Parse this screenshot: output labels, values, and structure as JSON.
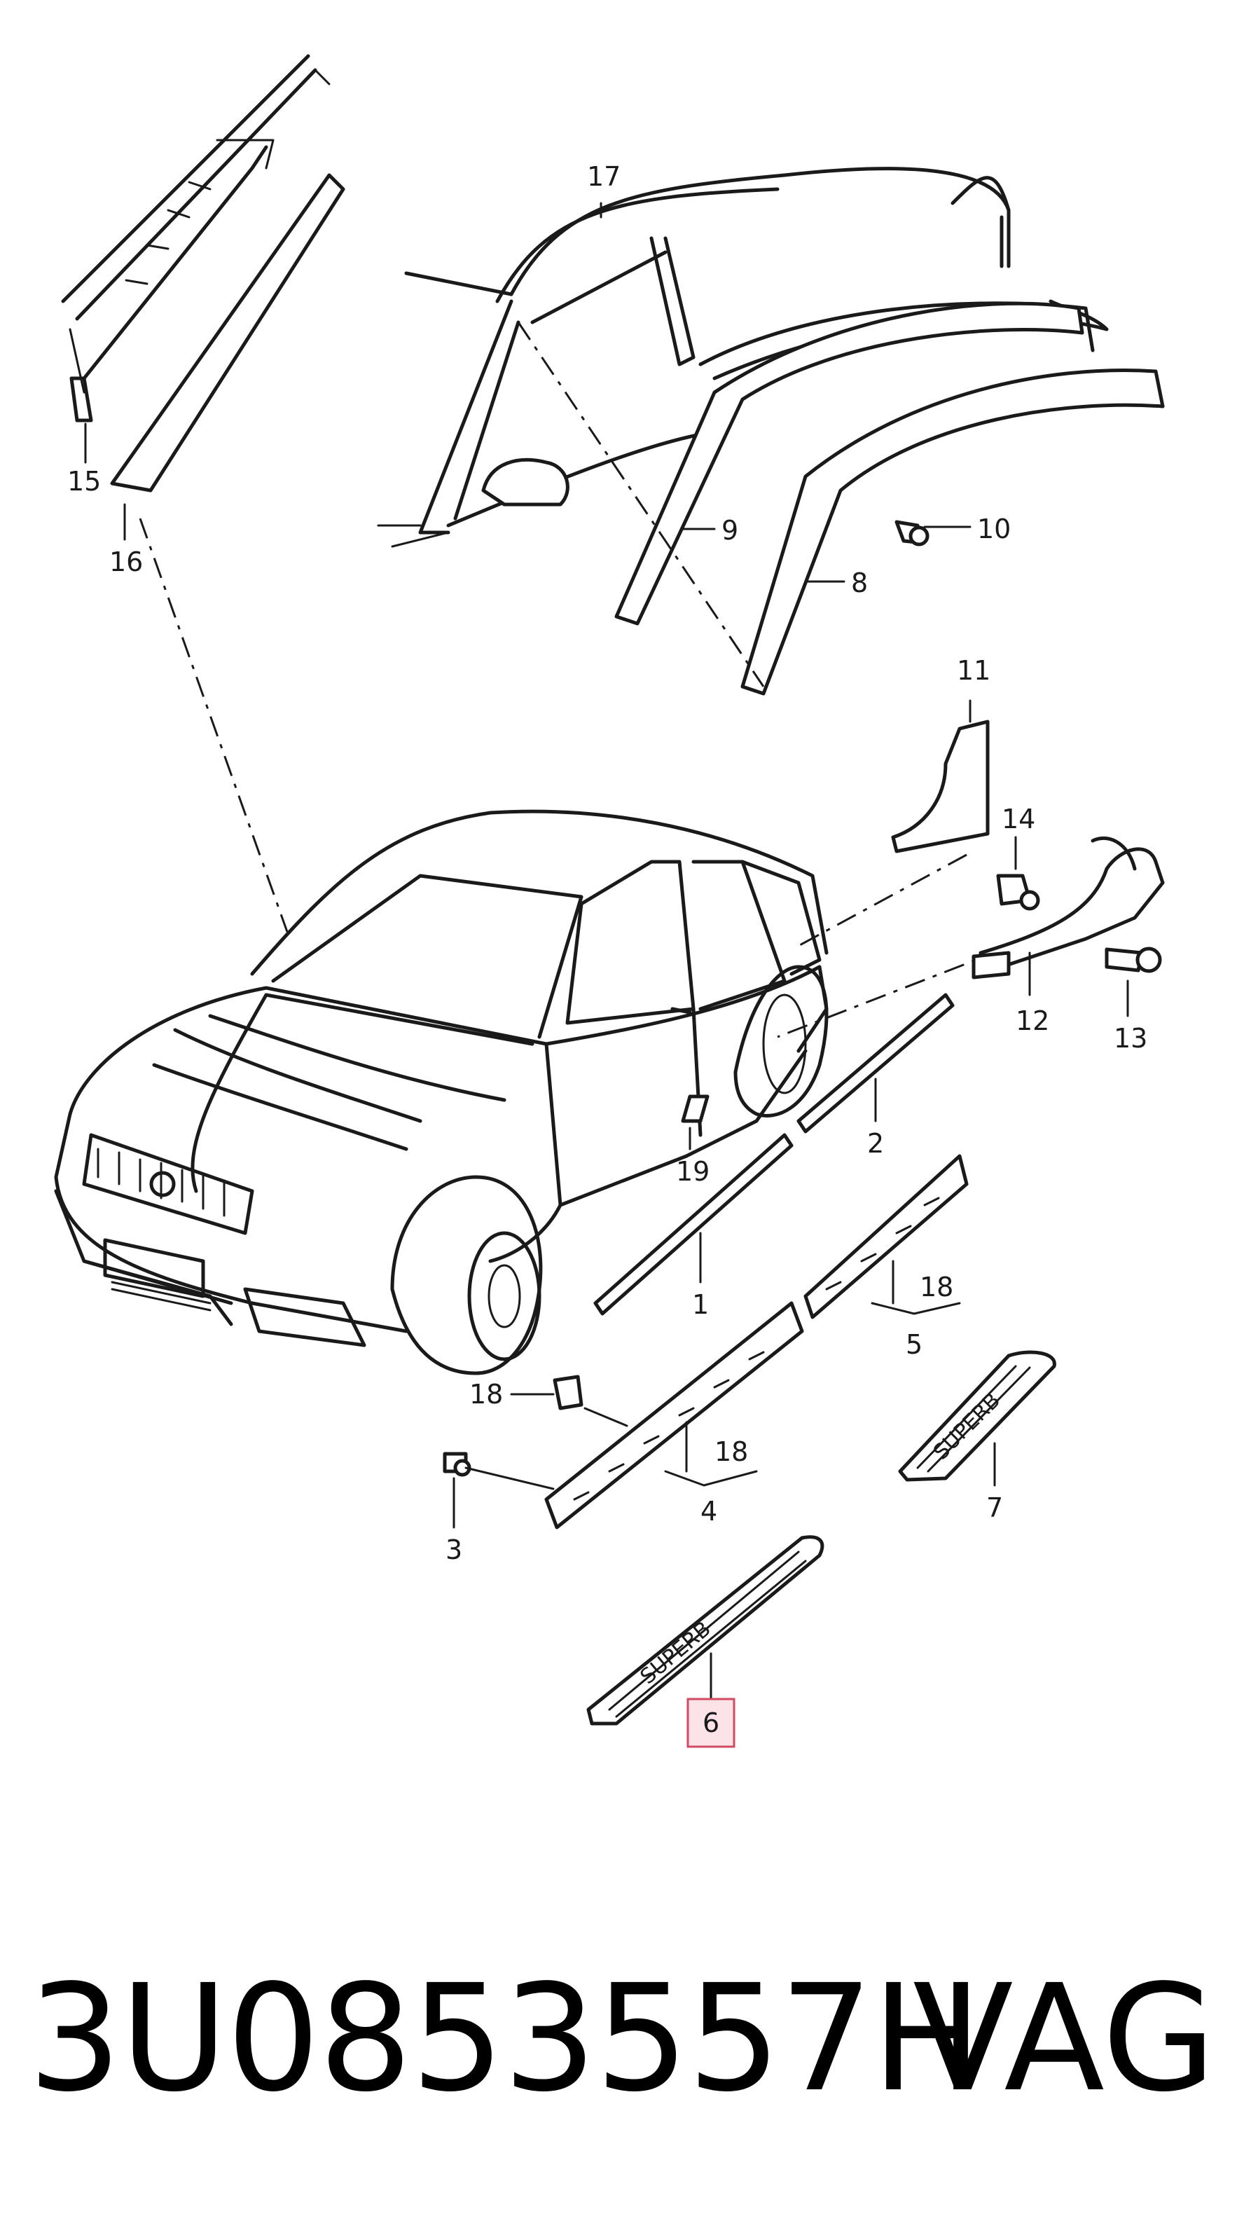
{
  "callouts": {
    "c1": "1",
    "c2": "2",
    "c3": "3",
    "c4": "4",
    "c5": "5",
    "c6": "6",
    "c7": "7",
    "c8": "8",
    "c9": "9",
    "c10": "10",
    "c11": "11",
    "c12": "12",
    "c13": "13",
    "c14": "14",
    "c15": "15",
    "c16": "16",
    "c17": "17",
    "c18a": "18",
    "c18b": "18",
    "c18c": "18",
    "c19": "19"
  },
  "highlighted_callout": "6",
  "sill_emblem_front": "SUPERB",
  "sill_emblem_rear": "SUPERB",
  "footer": {
    "part_number": "3U0853557H",
    "brand": "VAG"
  },
  "colors": {
    "line": "#1a1a1a",
    "highlight_fill": "#fbe3e8",
    "highlight_stroke": "#d24b63"
  }
}
